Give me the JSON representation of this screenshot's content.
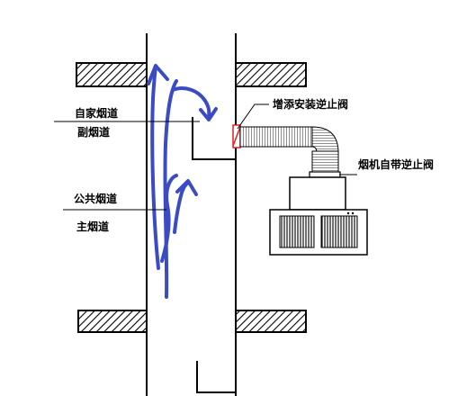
{
  "labels": {
    "own_flue": "自家烟道",
    "sub_flue": "副烟道",
    "public_flue": "公共烟道",
    "main_flue": "主烟道",
    "added_check_valve": "增添安装逆止阀",
    "hood_check_valve": "烟机自带逆止阀"
  },
  "colors": {
    "arrow": "#3b4bc4",
    "valve": "#e02020",
    "line": "#000000",
    "hatch": "#000000",
    "duct_fill": "#ffffff"
  }
}
